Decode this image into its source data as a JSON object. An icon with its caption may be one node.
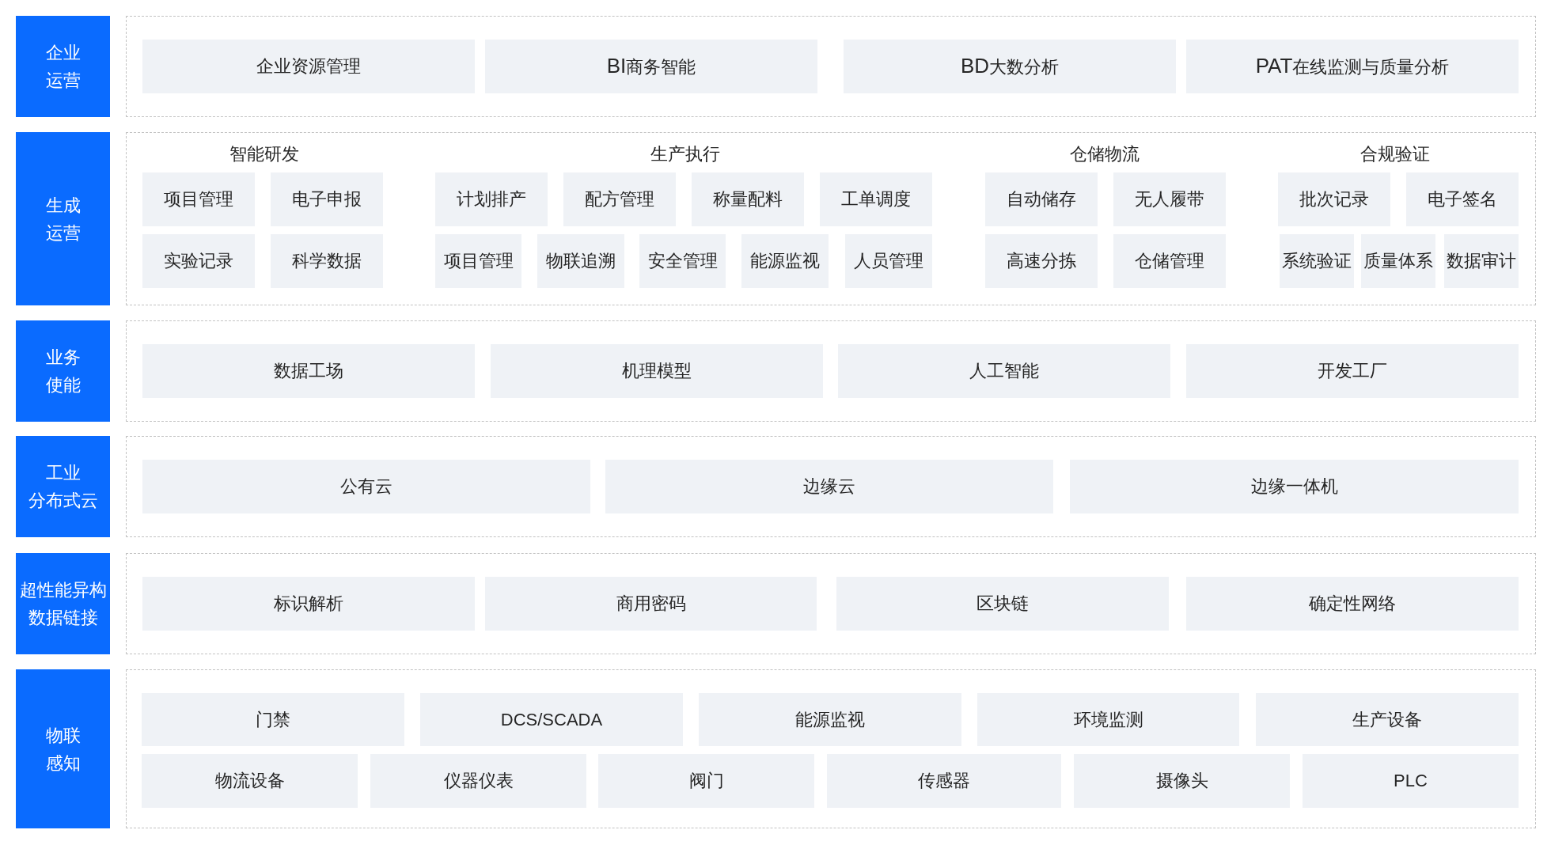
{
  "diagram": {
    "nodes": [
      {
        "text": [
          "企业运营"
        ]
      },
      {
        "text": [],
        "shape": "box"
      },
      {
        "text": [
          "企业资源管理"
        ],
        "in": 1
      },
      {
        "text": [
          "BI商务智能"
        ],
        "in": 1
      },
      {
        "text": [
          "BD大数分析"
        ],
        "in": 1
      },
      {
        "text": [
          "PAT在线监测与质量分析"
        ],
        "in": 1
      },
      {
        "text": [
          "生成运营"
        ]
      },
      {
        "text": [],
        "shape": "box"
      },
      {
        "text": [
          "项目管理"
        ],
        "in": 7
      },
      {
        "text": [
          "电子申报"
        ],
        "in": 7
      },
      {
        "text": [
          "计划排产"
        ],
        "in": 7
      },
      {
        "text": [
          "配方管理"
        ],
        "in": 7
      },
      {
        "text": [
          "称量配料"
        ],
        "in": 7
      },
      {
        "text": [
          "工单调度"
        ],
        "in": 7
      },
      {
        "text": [
          "自动储存"
        ],
        "in": 7
      },
      {
        "text": [
          "无人履带"
        ],
        "in": 7
      },
      {
        "text": [
          "批次记录"
        ],
        "in": 7
      },
      {
        "text": [
          "电子签名"
        ],
        "in": 7
      },
      {
        "text": [
          "实验记录"
        ],
        "in": 7
      },
      {
        "text": [
          "科学数据"
        ],
        "in": 7
      },
      {
        "text": [
          "项目管理"
        ],
        "in": 7
      },
      {
        "text": [
          "物联追溯"
        ],
        "in": 7
      },
      {
        "text": [
          "安全管理"
        ],
        "in": 7
      },
      {
        "text": [
          "能源监视"
        ],
        "in": 7
      },
      {
        "text": [
          "人员管理"
        ],
        "in": 7
      },
      {
        "text": [
          "高速分拣"
        ],
        "in": 7
      },
      {
        "text": [
          "仓储管理"
        ],
        "in": 7
      },
      {
        "text": [
          "系统验证"
        ],
        "in": 7
      },
      {
        "text": [
          "质量体系"
        ],
        "in": 7
      },
      {
        "text": [
          "数据审计"
        ],
        "in": 7
      },
      {
        "text": [
          "业务使能"
        ]
      },
      {
        "text": [],
        "shape": "box"
      },
      {
        "text": [
          "数据工场"
        ],
        "in": 31
      },
      {
        "text": [
          "机理模型"
        ],
        "in": 31
      },
      {
        "text": [
          "人工智能"
        ],
        "in": 31
      },
      {
        "text": [
          "开发工厂"
        ],
        "in": 31
      },
      {
        "text": [
          "工业分布式云"
        ]
      },
      {
        "text": [],
        "shape": "box"
      },
      {
        "text": [
          "公有云"
        ],
        "in": 37
      },
      {
        "text": [
          "边缘云"
        ],
        "in": 37
      },
      {
        "text": [
          "边缘一体机"
        ],
        "in": 37
      },
      {
        "text": [
          "超性能异构数据链接"
        ]
      },
      {
        "text": [],
        "shape": "box"
      },
      {
        "text": [
          "标识解析"
        ],
        "in": 42
      },
      {
        "text": [
          "商用密码"
        ],
        "in": 42
      },
      {
        "text": [
          "区块链"
        ],
        "in": 42
      },
      {
        "text": [
          "确定性网络"
        ],
        "in": 42
      },
      {
        "text": [
          "物联感知"
        ]
      },
      {
        "text": [],
        "shape": "box"
      },
      {
        "text": [
          "门禁"
        ],
        "in": 48
      },
      {
        "text": [
          "DCS/SCADA"
        ],
        "in": 48
      },
      {
        "text": [
          "能源监视"
        ],
        "in": 48
      },
      {
        "text": [
          "环境监测"
        ],
        "in": 48
      },
      {
        "text": [
          "生产设备"
        ],
        "in": 48
      },
      {
        "text": [
          "物流设备"
        ],
        "in": 48
      },
      {
        "text": [
          "仪器仪表"
        ],
        "in": 48
      },
      {
        "text": [
          "阀门"
        ],
        "in": 48
      },
      {
        "text": [
          "传感器"
        ],
        "in": 48
      },
      {
        "text": [
          "摄像头"
        ],
        "in": 48
      },
      {
        "text": [
          "PLC"
        ],
        "in": 48
      }
    ],
    "labels": [
      "智能研发",
      "生产执行",
      "仓储物流",
      "合规验证"
    ]
  }
}
